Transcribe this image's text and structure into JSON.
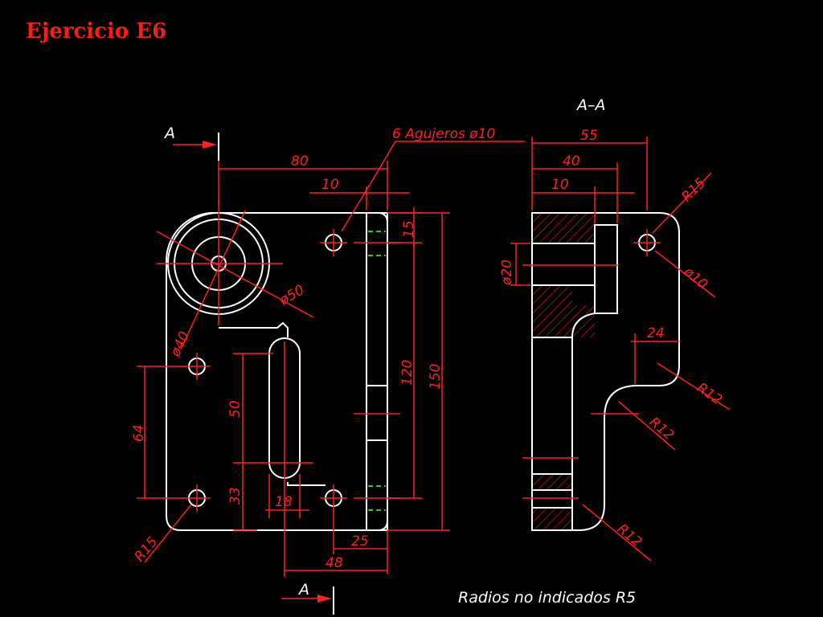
{
  "title": "Ejercicio E6",
  "colors": {
    "background": "#000000",
    "title": "#ff1a1a",
    "outline": "#ffffff",
    "dimension": "#ff2020",
    "hidden": "#20d020"
  },
  "labels": {
    "section_mark_top": "A",
    "section_mark_bottom": "A",
    "section_view": "A–A",
    "holes_note": "6 Agujeros ø10",
    "radii_note": "Radios no indicados R5"
  },
  "dimensions": {
    "d80": "80",
    "d10a": "10",
    "d15": "15",
    "d150": "150",
    "d120": "120",
    "d50": "50",
    "d64": "64",
    "d33": "33",
    "d18": "18",
    "d25": "25",
    "d48": "48",
    "r15a": "R15",
    "dia40": "ø40",
    "dia50": "ø50",
    "d55": "55",
    "d40": "40",
    "d10b": "10",
    "dia20": "ø20",
    "r15b": "R15",
    "dia10": "ø10",
    "d24": "24",
    "r12a": "R12",
    "r12b": "R12",
    "r12c": "R12"
  }
}
